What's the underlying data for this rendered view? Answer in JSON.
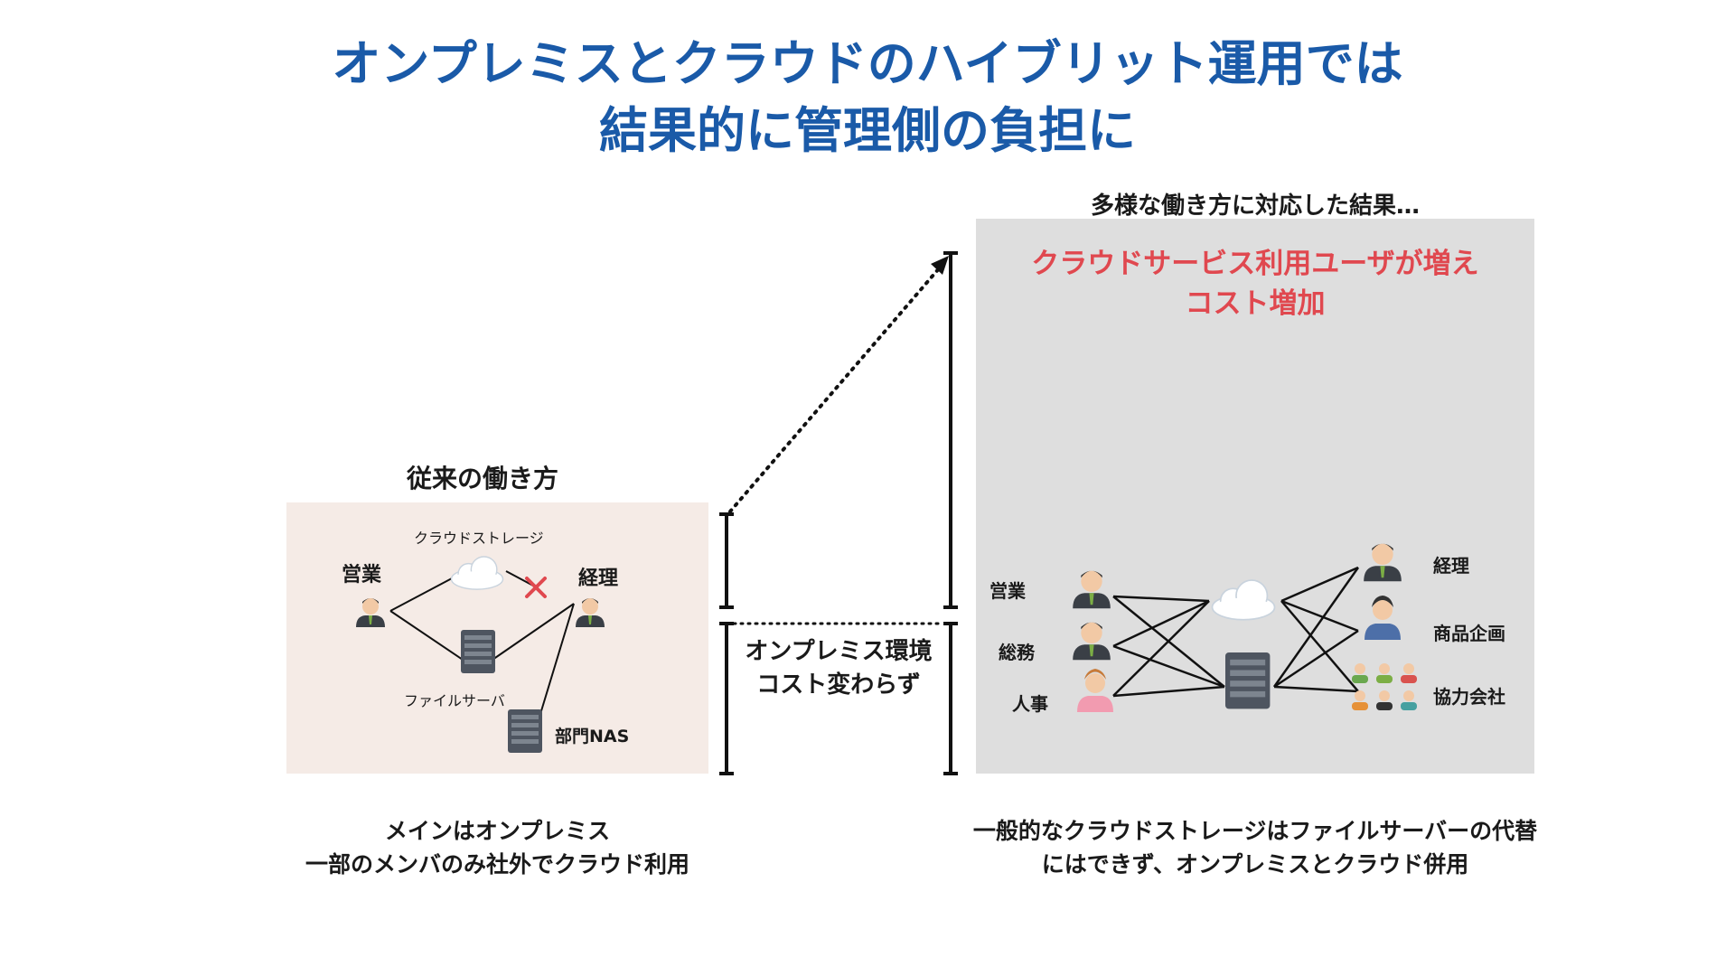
{
  "title": {
    "line1": "オンプレミスとクラウドのハイブリット運用では",
    "line2": "結果的に管理側の負担に"
  },
  "left": {
    "heading": "従来の働き方",
    "cloud_label": "クラウドストレージ",
    "user_eigyo": "営業",
    "user_keiri": "経理",
    "server_label": "ファイルサーバ",
    "nas_label": "部門NAS",
    "caption_line1": "メインはオンプレミス",
    "caption_line2": "一部のメンバのみ社外でクラウド利用"
  },
  "middle": {
    "line1": "オンプレミス環境",
    "line2": "コスト変わらず"
  },
  "right": {
    "heading": "多様な働き方に対応した結果…",
    "alert_line1": "クラウドサービス利用ユーザが増え",
    "alert_line2": "コスト増加",
    "user_eigyo": "営業",
    "user_soumu": "総務",
    "user_jinji": "人事",
    "user_keiri": "経理",
    "user_shohin": "商品企画",
    "user_kyoryoku": "協力会社",
    "caption_line1": "一般的なクラウドストレージはファイルサーバーの代替",
    "caption_line2": "にはできず、オンプレミスとクラウド併用"
  },
  "colors": {
    "title": "#1a5aa8",
    "alert": "#e0484f",
    "left_panel": "#f5ebe6",
    "right_panel": "#dedede",
    "server": "#4e5560"
  }
}
